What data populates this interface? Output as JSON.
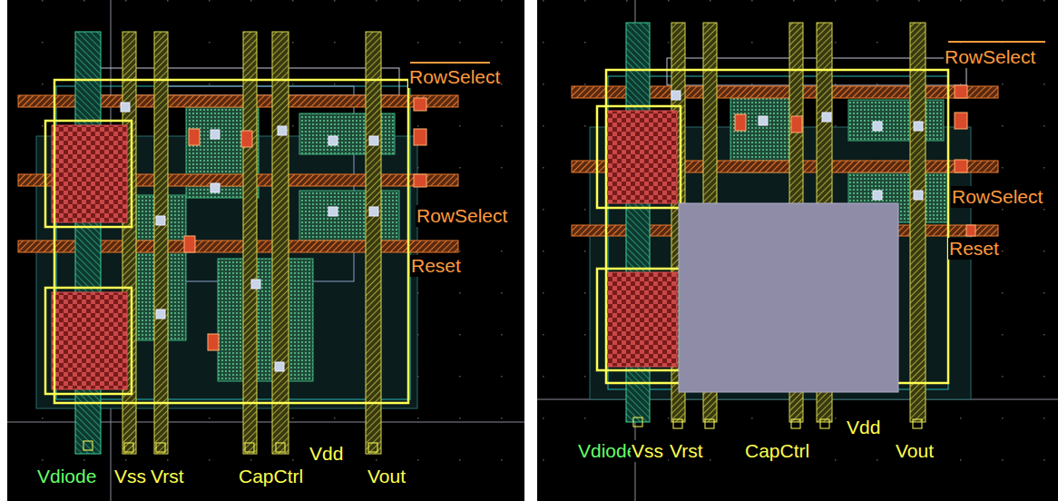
{
  "diagram": {
    "labels": [
      "RowSelect",
      "RowSelect",
      "Reset",
      "Vdiode",
      "Vss",
      "Vrst",
      "CapCtrl",
      "Vdd",
      "Vout",
      "RowSelect",
      "RowSelect",
      "Reset",
      "Vdiode",
      "Vss",
      "Vrst",
      "CapCtrl",
      "Vdd",
      "Vout"
    ]
  }
}
